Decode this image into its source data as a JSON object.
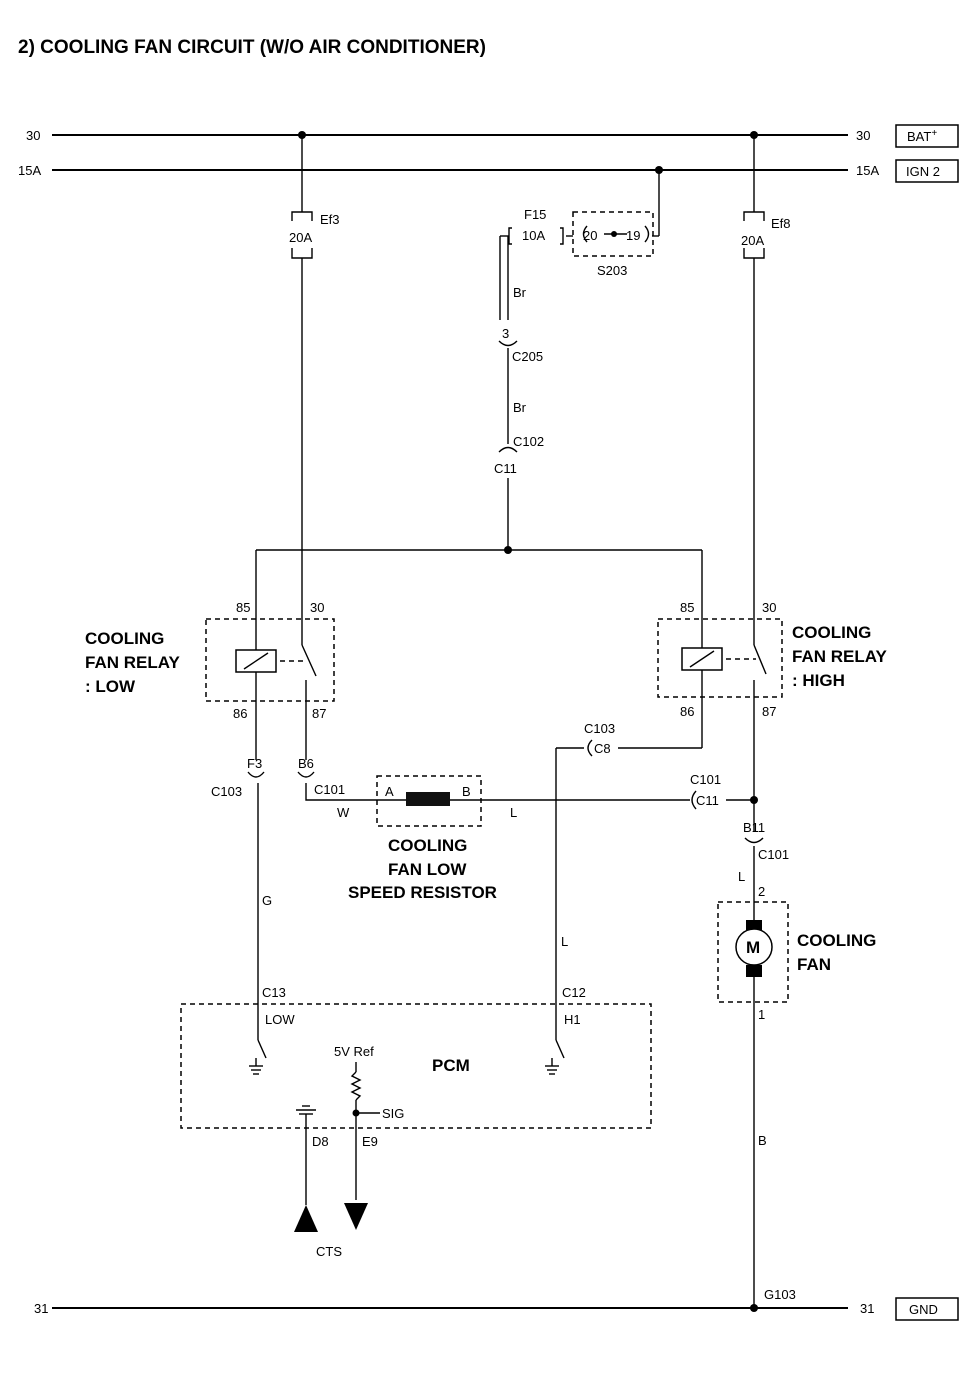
{
  "title": "2)  COOLING FAN CIRCUIT (W/O AIR CONDITIONER)",
  "rails": {
    "bat_left": "30",
    "bat_right": "30",
    "bat_label": "BAT",
    "ign_left": "15A",
    "ign_right": "15A",
    "ign_label": "IGN 2",
    "gnd_left": "31",
    "gnd_right": "31",
    "gnd_label": "GND"
  },
  "fuses": {
    "ef3_name": "Ef3",
    "ef3_rating": "20A",
    "ef8_name": "Ef8",
    "ef8_rating": "20A",
    "f15_name": "F15",
    "f15_rating": "10A",
    "s203_name": "S203",
    "s203_pin_a": "20",
    "s203_pin_b": "19"
  },
  "connectors": {
    "c205": "C205",
    "c205_pin": "3",
    "c102": "C102",
    "c102_pin": "C11",
    "c103_f3": "C103",
    "f3_pin": "F3",
    "c101_b6": "C101",
    "b6_pin": "B6",
    "c103_c8": "C103",
    "c8_pin": "C8",
    "c101_c11": "C101",
    "c11_pin": "C11",
    "c101_b11": "C101",
    "b11_pin": "B11"
  },
  "wires": {
    "br_1": "Br",
    "br_2": "Br",
    "w": "W",
    "l_resistor": "L",
    "g": "G",
    "l_pcm": "L",
    "l_fan": "L",
    "b": "B"
  },
  "relay_low": {
    "label_1": "COOLING",
    "label_2": "FAN RELAY",
    "label_3": ": LOW",
    "pin_85": "85",
    "pin_30": "30",
    "pin_86": "86",
    "pin_87": "87"
  },
  "relay_high": {
    "label_1": "COOLING",
    "label_2": "FAN RELAY",
    "label_3": ": HIGH",
    "pin_85": "85",
    "pin_30": "30",
    "pin_86": "86",
    "pin_87": "87"
  },
  "resistor": {
    "label_1": "COOLING",
    "label_2": "FAN LOW",
    "label_3": "SPEED RESISTOR",
    "pin_a": "A",
    "pin_b": "B"
  },
  "fan": {
    "label_1": "COOLING",
    "label_2": "FAN",
    "motor": "M",
    "pin_2": "2",
    "pin_1": "1"
  },
  "pcm": {
    "label": "PCM",
    "c13": "C13",
    "low": "LOW",
    "c12": "C12",
    "h1": "H1",
    "ref": "5V Ref",
    "sig": "SIG",
    "d8": "D8",
    "e9": "E9",
    "cts": "CTS"
  },
  "ground": {
    "g103": "G103"
  }
}
